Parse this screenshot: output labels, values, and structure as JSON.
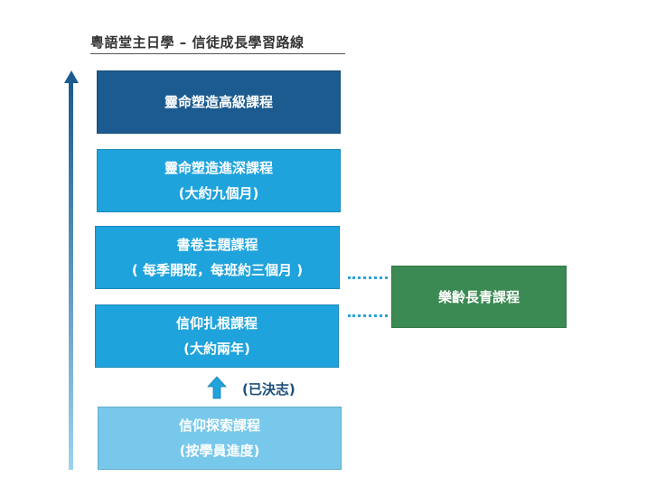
{
  "title": "粵語堂主日學 – 信徒成長學習路線",
  "boxes": [
    {
      "line1": "靈命塑造高級課程"
    },
    {
      "line1": "靈命塑造進深課程",
      "line2": "(大約九個月)"
    },
    {
      "line1": "書卷主題課程",
      "line2": "( 每季開班，每班約三個月 )"
    },
    {
      "line1": "信仰扎根課程",
      "line2": "(大約兩年)"
    },
    {
      "line1": "信仰探索課程",
      "line2": "(按學員進度)"
    }
  ],
  "side_box": "樂齡長青課程",
  "decided_label": "(已決志)",
  "colors": {
    "dark": "#1c5b8f",
    "mid": "#1fa3dc",
    "light": "#77c8eb",
    "green": "#3b8a53"
  }
}
